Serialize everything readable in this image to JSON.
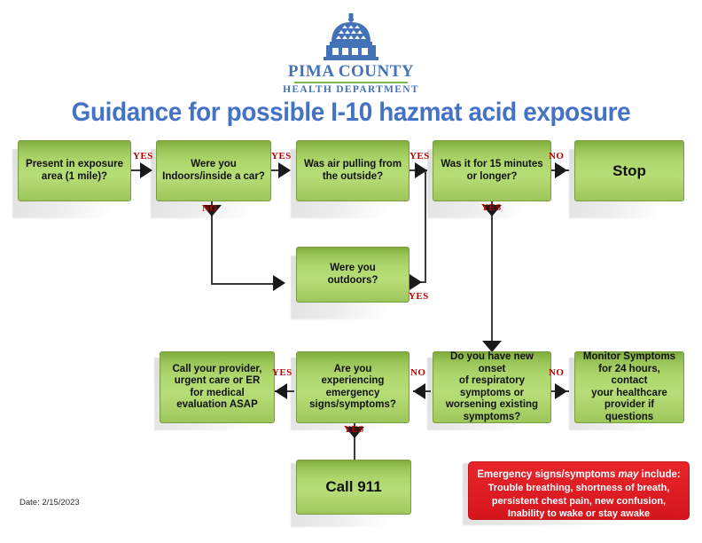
{
  "header": {
    "logo_icon": "capitol-dome-icon",
    "org_name": "PIMA COUNTY",
    "org_sub": "HEALTH DEPARTMENT",
    "logo_blue": "#4472b8",
    "logo_green": "#7cba4d"
  },
  "title": "Guidance for possible I-10 hazmat acid exposure",
  "title_color": "#4472c4",
  "colors": {
    "node_fill_top": "#7fae3d",
    "node_fill_mid": "#b6dd77",
    "node_border": "#7a9b3e",
    "label_red": "#c00000",
    "alert_red": "#e01f25"
  },
  "nodes": [
    {
      "id": "n1",
      "text": "Present in exposure\narea (1 mile)?"
    },
    {
      "id": "n2",
      "text": "Were you\nIndoors/inside a car?"
    },
    {
      "id": "n3",
      "text": "Was air pulling from\nthe outside?"
    },
    {
      "id": "n4",
      "text": "Was it for 15 minutes\nor longer?"
    },
    {
      "id": "n5",
      "text": "Stop"
    },
    {
      "id": "n6",
      "text": "Were you\noutdoors?"
    },
    {
      "id": "n7",
      "text": "Do you have new onset\nof respiratory\nsymptoms or\nworsening existing\nsymptoms?"
    },
    {
      "id": "n8",
      "text": "Monitor Symptoms\nfor 24 hours, contact\nyour healthcare\nprovider if questions"
    },
    {
      "id": "n9",
      "text": "Are you\nexperiencing\nemergency\nsigns/symptoms?"
    },
    {
      "id": "n10",
      "text": "Call your provider,\nurgent care or ER\nfor medical\nevaluation ASAP"
    },
    {
      "id": "n11",
      "text": "Call 911"
    }
  ],
  "edge_labels": {
    "e1": "YES",
    "e2": "YES",
    "e3": "YES",
    "e4": "NO",
    "e5": "NO",
    "e6": "YES",
    "e7": "YES",
    "e8": "NO",
    "e9": "NO",
    "e10": "YES"
  },
  "alert": {
    "head_before": "Emergency signs/symptoms ",
    "head_em": "may",
    "head_after": " include:",
    "line1": "Trouble breathing, shortness of breath,",
    "line2": "persistent chest pain, new confusion,",
    "line3": "Inability to wake or stay awake"
  },
  "footer": {
    "date": "Date: 2/15/2023"
  }
}
